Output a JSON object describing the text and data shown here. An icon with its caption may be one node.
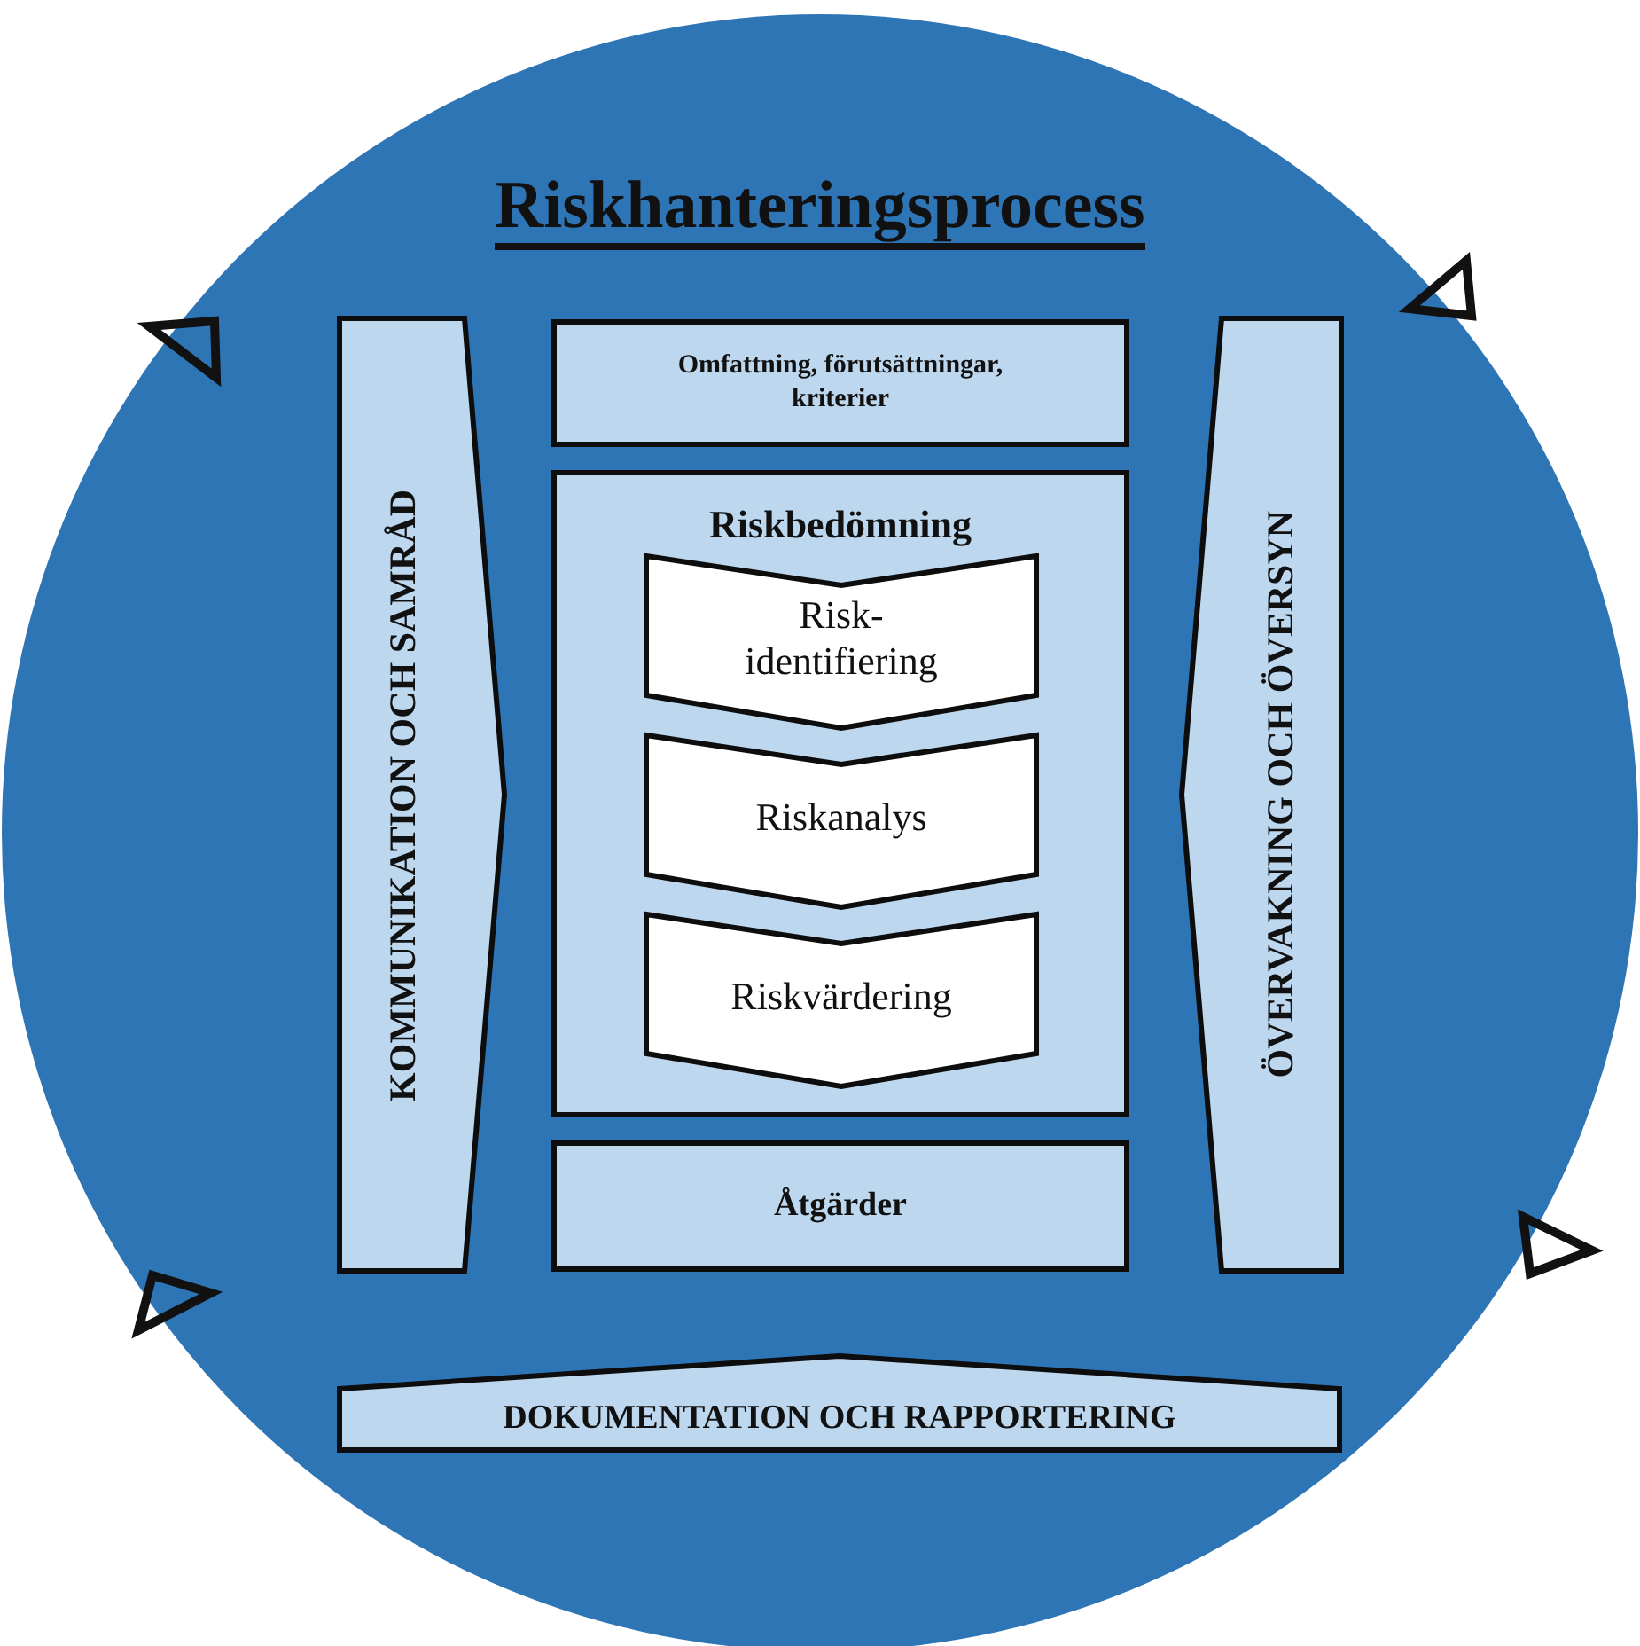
{
  "diagram": {
    "title": "Riskhanteringsprocess",
    "nodes": [
      {
        "text": [],
        "shape": "circle"
      },
      {
        "text": [
          "KOMMUNIKATION OCH SAMRÅD"
        ],
        "in": 0
      },
      {
        "text": [
          "Omfattning, förutsättningar, kriterier"
        ],
        "in": 0
      },
      {
        "text": [
          "Riskbedömning"
        ],
        "in": 0
      },
      {
        "text": [
          "Risk- identifiering"
        ],
        "in": 3
      },
      {
        "text": [
          "Riskanalys"
        ],
        "in": 3
      },
      {
        "text": [
          "Riskvärdering"
        ],
        "in": 3
      },
      {
        "text": [
          "Åtgärder"
        ],
        "in": 0
      },
      {
        "text": [
          "ÖVERVAKNING OCH ÖVERSYN"
        ],
        "in": 0
      },
      {
        "text": [
          "DOKUMENTATION OCH RAPPORTERING"
        ],
        "in": 0
      }
    ]
  }
}
